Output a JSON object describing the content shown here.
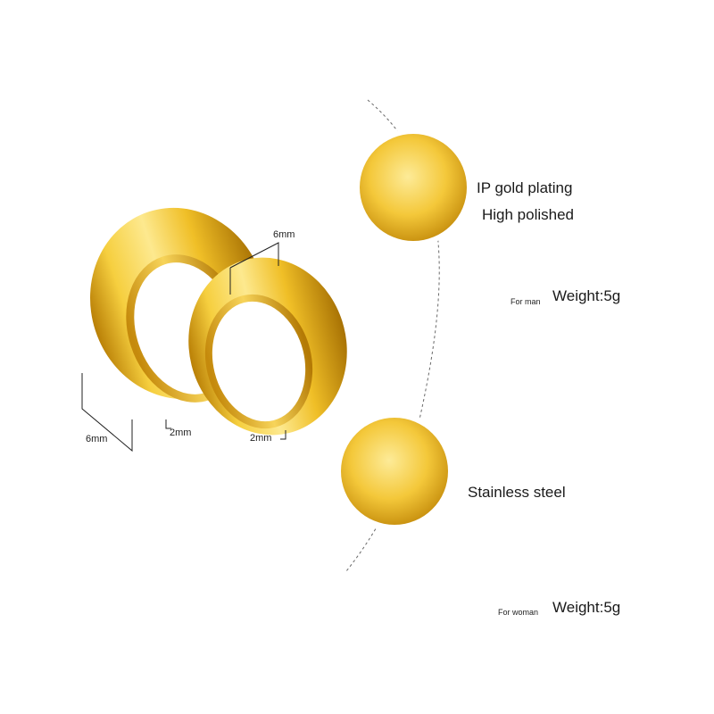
{
  "colors": {
    "gold_light": "#fde88a",
    "gold_mid": "#f2c12c",
    "gold_dark": "#b07a05",
    "curve": "#666666"
  },
  "dimensions": {
    "large_ring_height": "6mm",
    "large_ring_thickness": "2mm",
    "small_ring_height": "6mm",
    "small_ring_thickness": "2mm"
  },
  "features": {
    "plating_line1": "IP gold plating",
    "plating_line2": "High polished",
    "material": "Stainless steel"
  },
  "man": {
    "label": "For man",
    "weight": "Weight:5g"
  },
  "woman": {
    "label": "For woman",
    "weight": "Weight:5g"
  }
}
